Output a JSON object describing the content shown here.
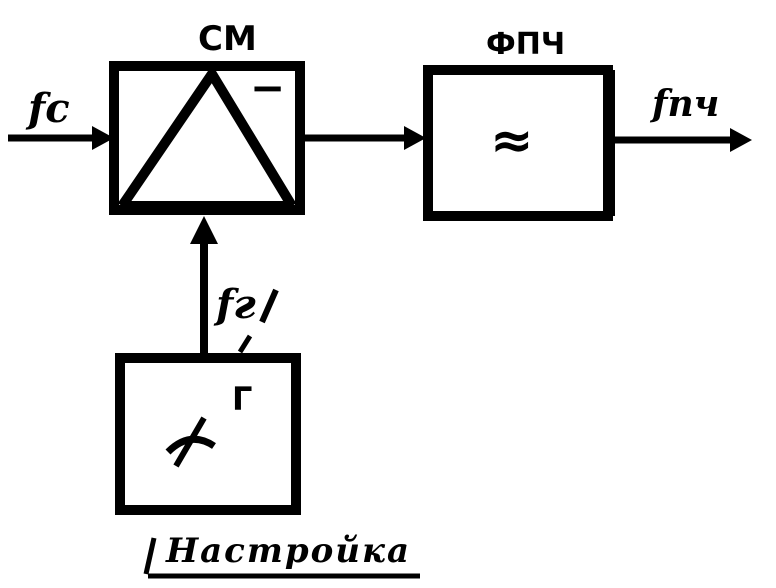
{
  "diagram": {
    "mixer": {
      "label": "СМ",
      "sign": "−"
    },
    "filter": {
      "label": "ФПЧ",
      "symbol": "≈"
    },
    "oscillator": {
      "label": "Г",
      "tuning_label": "Настройка"
    },
    "signals": {
      "input": "fc",
      "output": "fпч",
      "heterodyne": "fг"
    }
  }
}
